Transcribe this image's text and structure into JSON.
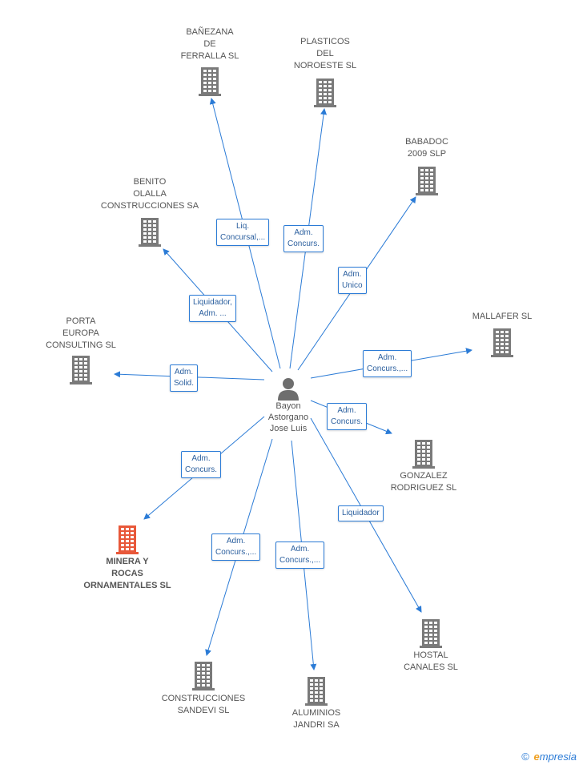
{
  "center": {
    "name": "Bayon\nAstorgano\nJose Luis"
  },
  "colors": {
    "edge": "#2b7bd6",
    "building": "#7a7a7a",
    "building_highlight": "#e8583a"
  },
  "nodes": [
    {
      "id": "banezana",
      "label": "BAÑEZANA\nDE\nFERRALLA SL",
      "highlight": false
    },
    {
      "id": "plasticos",
      "label": "PLASTICOS\nDEL\nNOROESTE SL",
      "highlight": false
    },
    {
      "id": "babadoc",
      "label": "BABADOC\n2009 SLP",
      "highlight": false
    },
    {
      "id": "benito",
      "label": "BENITO\nOLALLA\nCONSTRUCCIONES SA",
      "highlight": false
    },
    {
      "id": "mallafer",
      "label": "MALLAFER SL",
      "highlight": false
    },
    {
      "id": "porta",
      "label": "PORTA\nEUROPA\nCONSULTING SL",
      "highlight": false
    },
    {
      "id": "gonzalez",
      "label": "GONZALEZ\nRODRIGUEZ SL",
      "highlight": false
    },
    {
      "id": "minera",
      "label": "MINERA Y\nROCAS\nORNAMENTALES SL",
      "highlight": true
    },
    {
      "id": "hostal",
      "label": "HOSTAL\nCANALES SL",
      "highlight": false
    },
    {
      "id": "sandevi",
      "label": "CONSTRUCCIONES\nSANDEVI SL",
      "highlight": false
    },
    {
      "id": "aluminios",
      "label": "ALUMINIOS\nJANDRI SA",
      "highlight": false
    }
  ],
  "edges": [
    {
      "target": "banezana",
      "label": "Liq.\nConcursal,..."
    },
    {
      "target": "plasticos",
      "label": "Adm.\nConcurs."
    },
    {
      "target": "babadoc",
      "label": "Adm.\nUnico"
    },
    {
      "target": "benito",
      "label": "Liquidador,\nAdm. ..."
    },
    {
      "target": "mallafer",
      "label": "Adm.\nConcurs.,..."
    },
    {
      "target": "porta",
      "label": "Adm.\nSolid."
    },
    {
      "target": "gonzalez",
      "label": "Adm.\nConcurs."
    },
    {
      "target": "minera",
      "label": "Adm.\nConcurs."
    },
    {
      "target": "hostal",
      "label": "Liquidador"
    },
    {
      "target": "sandevi",
      "label": "Adm.\nConcurs.,..."
    },
    {
      "target": "aluminios",
      "label": "Adm.\nConcurs.,..."
    }
  ],
  "brand": {
    "copyright": "©",
    "e": "e",
    "rest": "mpresia"
  }
}
